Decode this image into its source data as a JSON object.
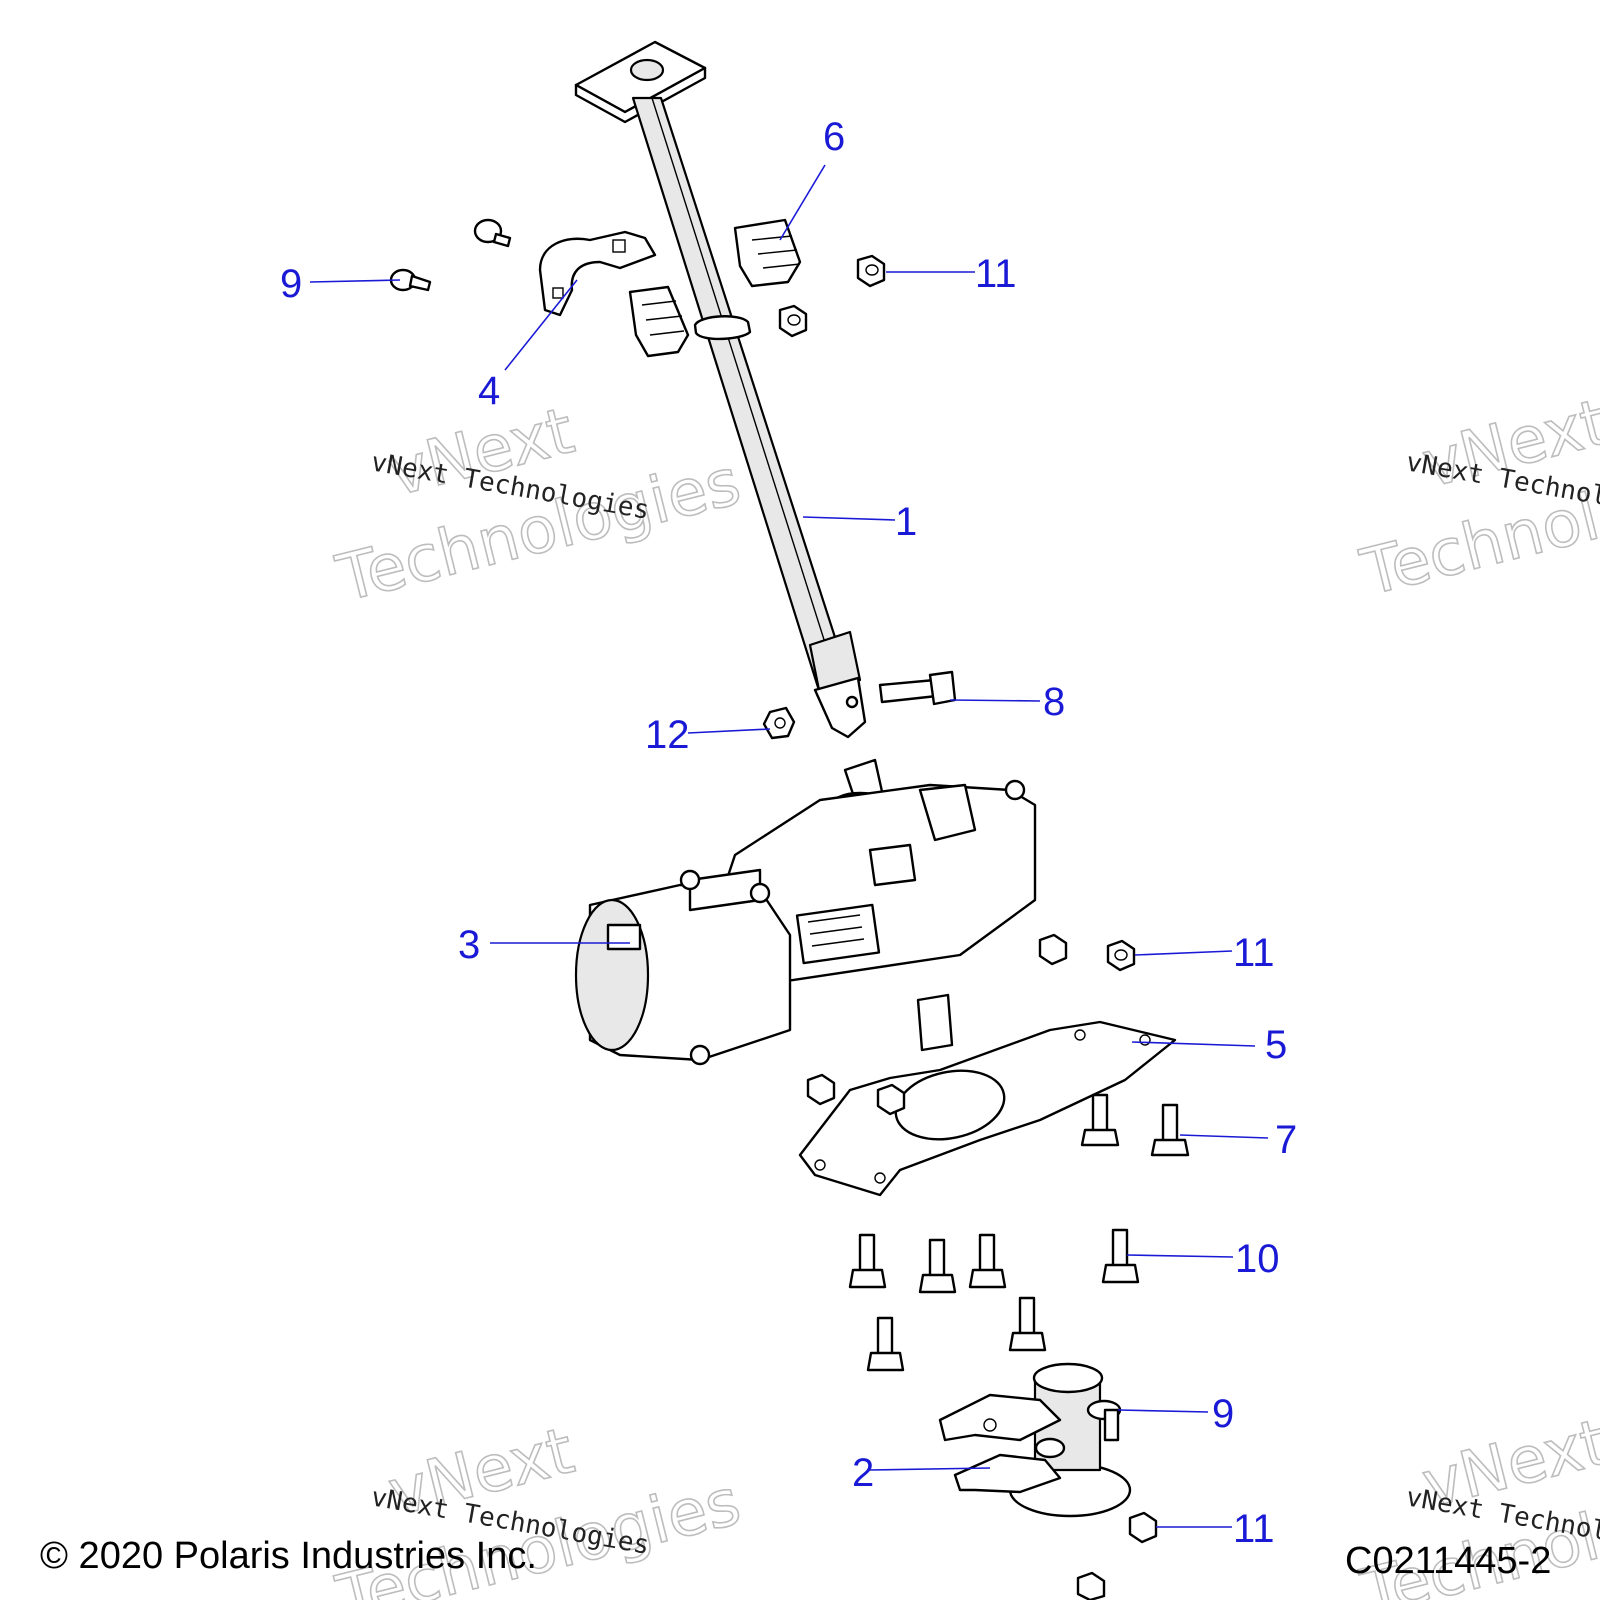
{
  "colors": {
    "callout": "#1a1ad6",
    "line": "#000000",
    "watermark": "#bdbdbd"
  },
  "callouts": [
    {
      "id": "1",
      "label": "1"
    },
    {
      "id": "2",
      "label": "2"
    },
    {
      "id": "3",
      "label": "3"
    },
    {
      "id": "4",
      "label": "4"
    },
    {
      "id": "5",
      "label": "5"
    },
    {
      "id": "6",
      "label": "6"
    },
    {
      "id": "7",
      "label": "7"
    },
    {
      "id": "8",
      "label": "8"
    },
    {
      "id": "9a",
      "label": "9"
    },
    {
      "id": "9b",
      "label": "9"
    },
    {
      "id": "10",
      "label": "10"
    },
    {
      "id": "11a",
      "label": "11"
    },
    {
      "id": "11b",
      "label": "11"
    },
    {
      "id": "11c",
      "label": "11"
    },
    {
      "id": "12",
      "label": "12"
    }
  ],
  "watermark": {
    "brand": "vNext",
    "word": "Technologies",
    "line": "vNext Technologies"
  },
  "footer": {
    "copyright": "© 2020 Polaris Industries Inc.",
    "figure_id": "C0211445-2"
  }
}
